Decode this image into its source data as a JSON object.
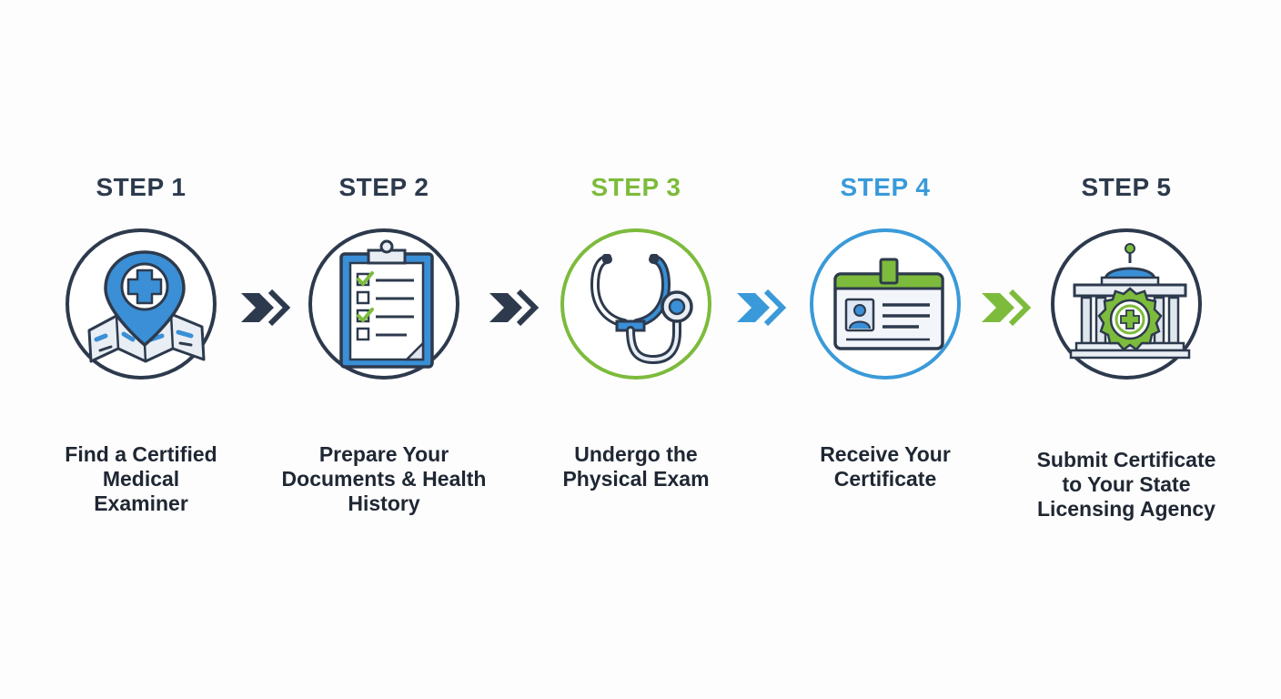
{
  "steps": [
    {
      "label": "STEP 1",
      "color": "#2d3a4d",
      "ring": "#2d3a4d",
      "icon": "map-pin-medical-cross-icon",
      "text": "Find a Certified\nMedical\nExaminer"
    },
    {
      "label": "STEP 2",
      "color": "#2d3a4d",
      "ring": "#2d3a4d",
      "icon": "clipboard-checklist-icon",
      "text": "Prepare Your\nDocuments & Health\nHistory"
    },
    {
      "label": "STEP 3",
      "color": "#7dbb3c",
      "ring": "#7dbb3c",
      "icon": "stethoscope-icon",
      "text": "Undergo the\nPhysical Exam"
    },
    {
      "label": "STEP 4",
      "color": "#3a9ad9",
      "ring": "#3a9ad9",
      "icon": "id-card-icon",
      "text": "Receive Your\nCertificate"
    },
    {
      "label": "STEP 5",
      "color": "#2d3a4d",
      "ring": "#2d3a4d",
      "icon": "government-building-seal-icon",
      "text": "Submit Certificate\nto Your State\nLicensing Agency"
    }
  ],
  "arrows": [
    {
      "icon": "double-chevron-right-icon",
      "color": "#2d3a4d"
    },
    {
      "icon": "double-chevron-right-icon",
      "color": "#2d3a4d"
    },
    {
      "icon": "double-chevron-right-icon",
      "color": "#3a9ad9"
    },
    {
      "icon": "double-chevron-right-icon",
      "color": "#7dbb3c"
    }
  ],
  "colors": {
    "navy": "#2d3a4d",
    "blue": "#3a8fd6",
    "green": "#7dbb3c",
    "light_blue": "#3a9ad9"
  }
}
